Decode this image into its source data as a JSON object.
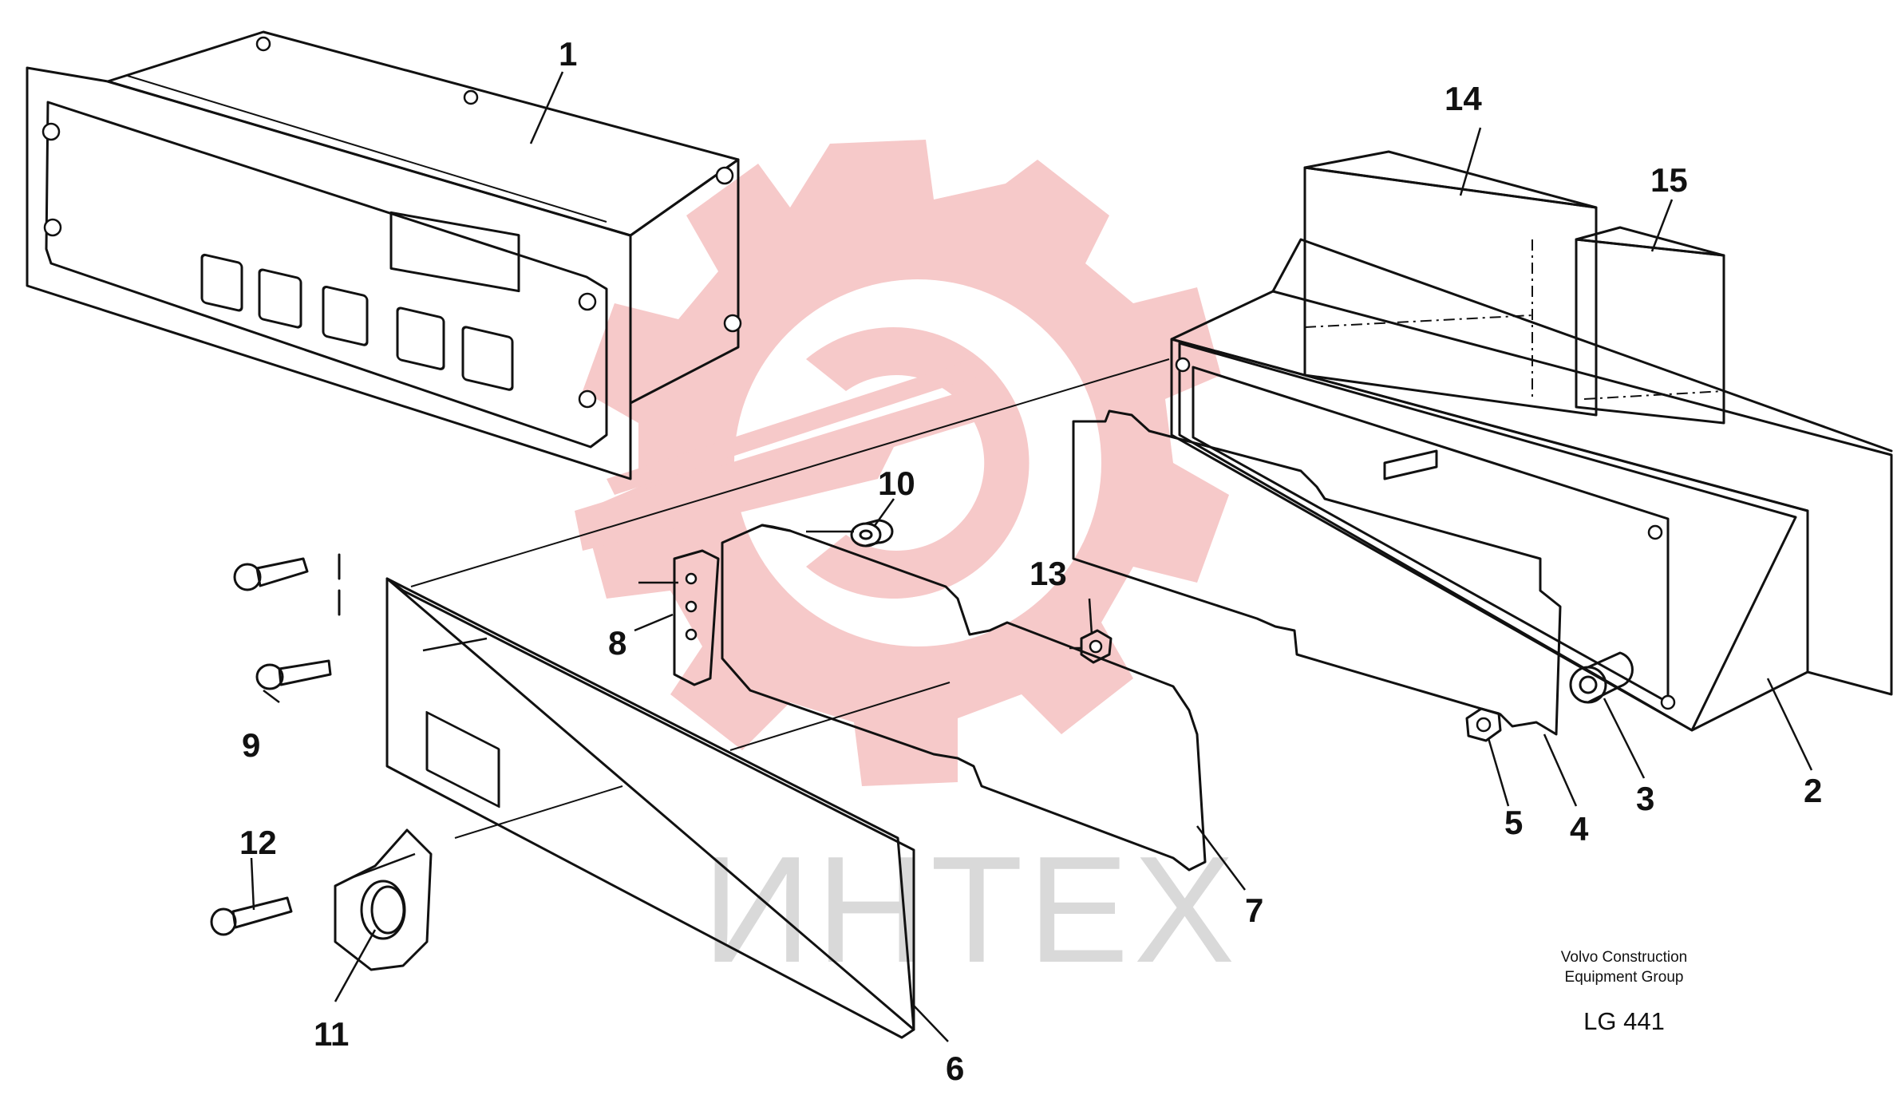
{
  "watermark": {
    "text": "ИНТЕХ",
    "color": "#d9d9d9",
    "logo_color": "#f6c9c9"
  },
  "callouts": [
    "1",
    "2",
    "3",
    "4",
    "5",
    "6",
    "7",
    "8",
    "9",
    "10",
    "11",
    "12",
    "13",
    "14",
    "15"
  ],
  "footer": {
    "company_line1": "Volvo Construction",
    "company_line2": "Equipment Group",
    "code": "LG 441"
  }
}
